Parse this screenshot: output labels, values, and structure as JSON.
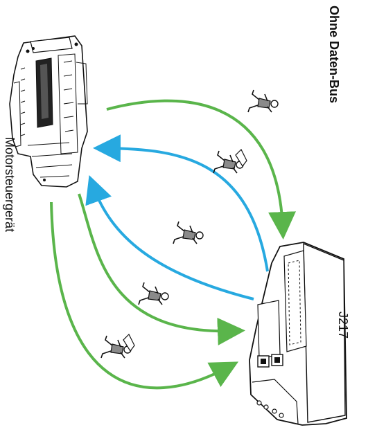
{
  "title": "Ohne Daten-Bus",
  "engine_ecu": {
    "label": "Motorsteuergerät"
  },
  "gearbox_ecu": {
    "label": "J217"
  },
  "colors": {
    "green_arrow": "#5ab54b",
    "blue_arrow": "#27a9e0",
    "outline": "#111111",
    "figure_fill": "#8a8a8a"
  },
  "connections": [
    {
      "from": "engine-ecu",
      "to": "gearbox-ecu",
      "color": "green"
    },
    {
      "from": "engine-ecu",
      "to": "gearbox-ecu",
      "color": "green"
    },
    {
      "from": "engine-ecu",
      "to": "gearbox-ecu",
      "color": "green"
    },
    {
      "from": "gearbox-ecu",
      "to": "engine-ecu",
      "color": "blue"
    },
    {
      "from": "gearbox-ecu",
      "to": "engine-ecu",
      "color": "blue"
    }
  ],
  "messengers": [
    "runner",
    "runner-with-box",
    "runner",
    "runner",
    "runner-with-box"
  ]
}
